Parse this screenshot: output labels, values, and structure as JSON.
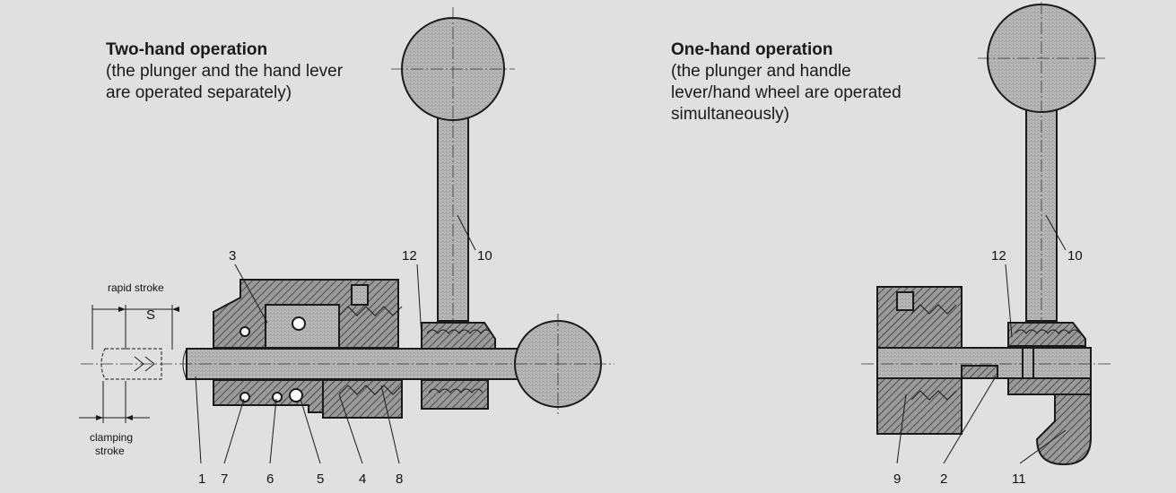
{
  "left_panel": {
    "title": "Two-hand operation",
    "subtitle_lines": [
      "(the plunger and the hand lever",
      "are operated separately)"
    ],
    "labels": {
      "rapid_stroke": "rapid stroke",
      "s": "S",
      "clamping_stroke_1": "clamping",
      "clamping_stroke_2": "stroke"
    },
    "part_numbers": [
      "3",
      "12",
      "10",
      "1",
      "7",
      "6",
      "5",
      "4",
      "8"
    ]
  },
  "right_panel": {
    "title": "One-hand operation",
    "subtitle_lines": [
      "(the plunger and handle",
      "lever/hand wheel are operated",
      "simultaneously)"
    ],
    "part_numbers": [
      "12",
      "10",
      "9",
      "2",
      "11"
    ]
  },
  "colors": {
    "background": "#e0e0e0",
    "part_fill": "#b3b3b3",
    "hatch_fill": "#8c8c8c",
    "line": "#1a1a1a"
  }
}
